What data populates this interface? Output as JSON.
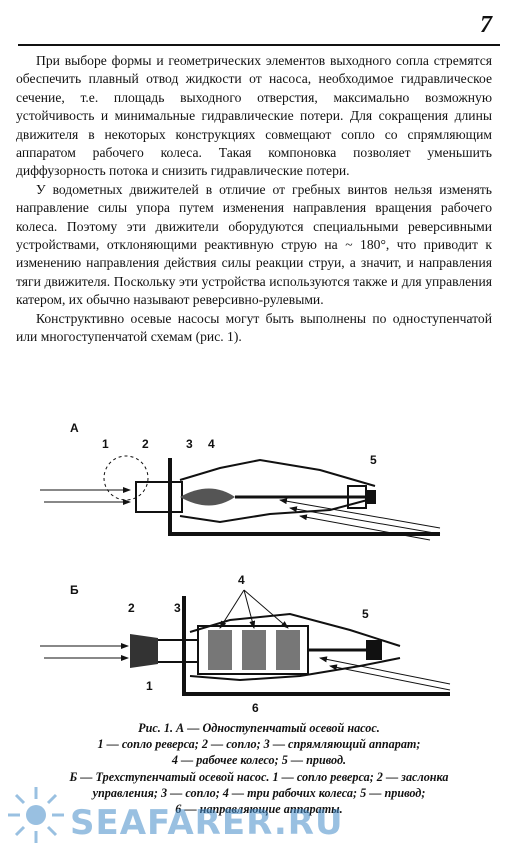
{
  "page": {
    "number": "7"
  },
  "paragraphs": [
    "При выборе формы и геометрических элементов выходного сопла стремятся обеспечить плавный отвод жидкости от насоса, необходимое гидравлическое сечение, т.е. площадь выходного отверстия, максимально возможную устойчивость и минимальные гидравлические потери. Для сокращения длины движителя в некоторых конструкциях совмещают сопло со спрямляющим аппаратом рабочего колеса. Такая компоновка позволяет уменьшить диффузорность потока и снизить гидравлические потери.",
    "У водометных движителей в отличие от гребных винтов нельзя изменять направление силы упора путем изменения направления вращения рабочего колеса. Поэтому эти движители оборудуются специальными реверсивными устройствами, отклоняющими реактивную струю на ~ 180°, что приводит к изменению направления действия силы реакции струи, а значит, и направления тяги движителя. Поскольку эти устройства используются также и для управления катером, их обычно называют реверсивно-рулевыми.",
    "Конструктивно осевые насосы могут быть выполнены по одноступенчатой или многоступенчатой схемам (рис. 1)."
  ],
  "figure": {
    "diagram_a": {
      "letter": "А",
      "labels": [
        "1",
        "2",
        "3",
        "4",
        "5"
      ]
    },
    "diagram_b": {
      "letter": "Б",
      "labels": [
        "2",
        "3",
        "4",
        "5",
        "1",
        "6"
      ]
    },
    "caption_lines": [
      "Рис. 1. А — Одноступенчатый осевой насос.",
      "1 — сопло реверса; 2 — сопло; 3 — спрямляющий аппарат;",
      "4 — рабочее колесо; 5 — привод.",
      "Б — Трехступенчатый осевой насос. 1 — сопло реверса; 2 — заслонка",
      "управления; 3 — сопло; 4 — три рабочих колеса; 5 — привод;",
      "6 — направляющие аппараты."
    ]
  },
  "watermark": {
    "text": "SEAFARER.RU",
    "color": "#468cc8"
  }
}
